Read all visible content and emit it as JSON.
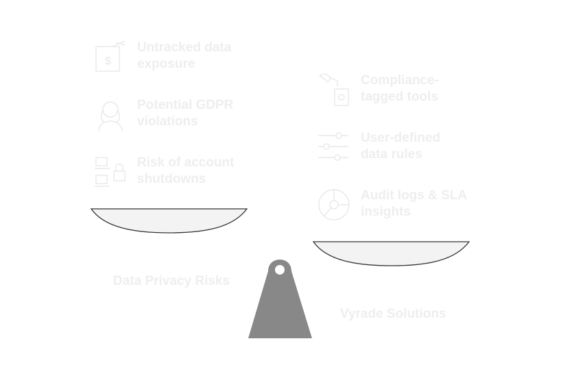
{
  "risks": {
    "title": "Data Privacy Risks",
    "items": [
      {
        "label": "Untracked data exposure",
        "icon": "money-document-icon"
      },
      {
        "label": "Potential GDPR violations",
        "icon": "person-icon"
      },
      {
        "label": "Risk of account shutdowns",
        "icon": "lock-network-icon"
      }
    ]
  },
  "solutions": {
    "title": "Vyrade Solutions",
    "items": [
      {
        "label": "Compliance-tagged tools",
        "icon": "tagged-tool-icon"
      },
      {
        "label": "User-defined data rules",
        "icon": "sliders-icon"
      },
      {
        "label": "Audit logs & SLA insights",
        "icon": "pie-chart-icon"
      }
    ]
  },
  "colors": {
    "text": "#eeeeee",
    "pan_fill": "#f3f3f3",
    "pan_stroke": "#333333",
    "fulcrum": "#888888",
    "icon": "#e8e8e8"
  }
}
